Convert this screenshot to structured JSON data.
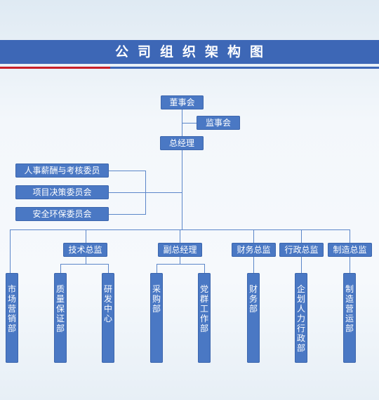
{
  "title": "公司组织架构图",
  "nodes": {
    "board": "董事会",
    "supervisory": "监事会",
    "gm": "总经理",
    "committee_hr": "人事薪酬与考核委员",
    "committee_project": "项目决策委员会",
    "committee_safety": "安全环保委员会",
    "tech_director": "技术总监",
    "deputy_gm": "副总经理",
    "finance_director": "财务总监",
    "admin_director": "行政总监",
    "mfg_director": "制造总监"
  },
  "departments": {
    "marketing": "市场营销部",
    "quality": "质量保证部",
    "rnd": "研发中心",
    "purchasing": "采购部",
    "party": "党群工作部",
    "finance": "财务部",
    "hr_admin": "企划人力行政部",
    "mfg_ops": "制造营运部"
  }
}
